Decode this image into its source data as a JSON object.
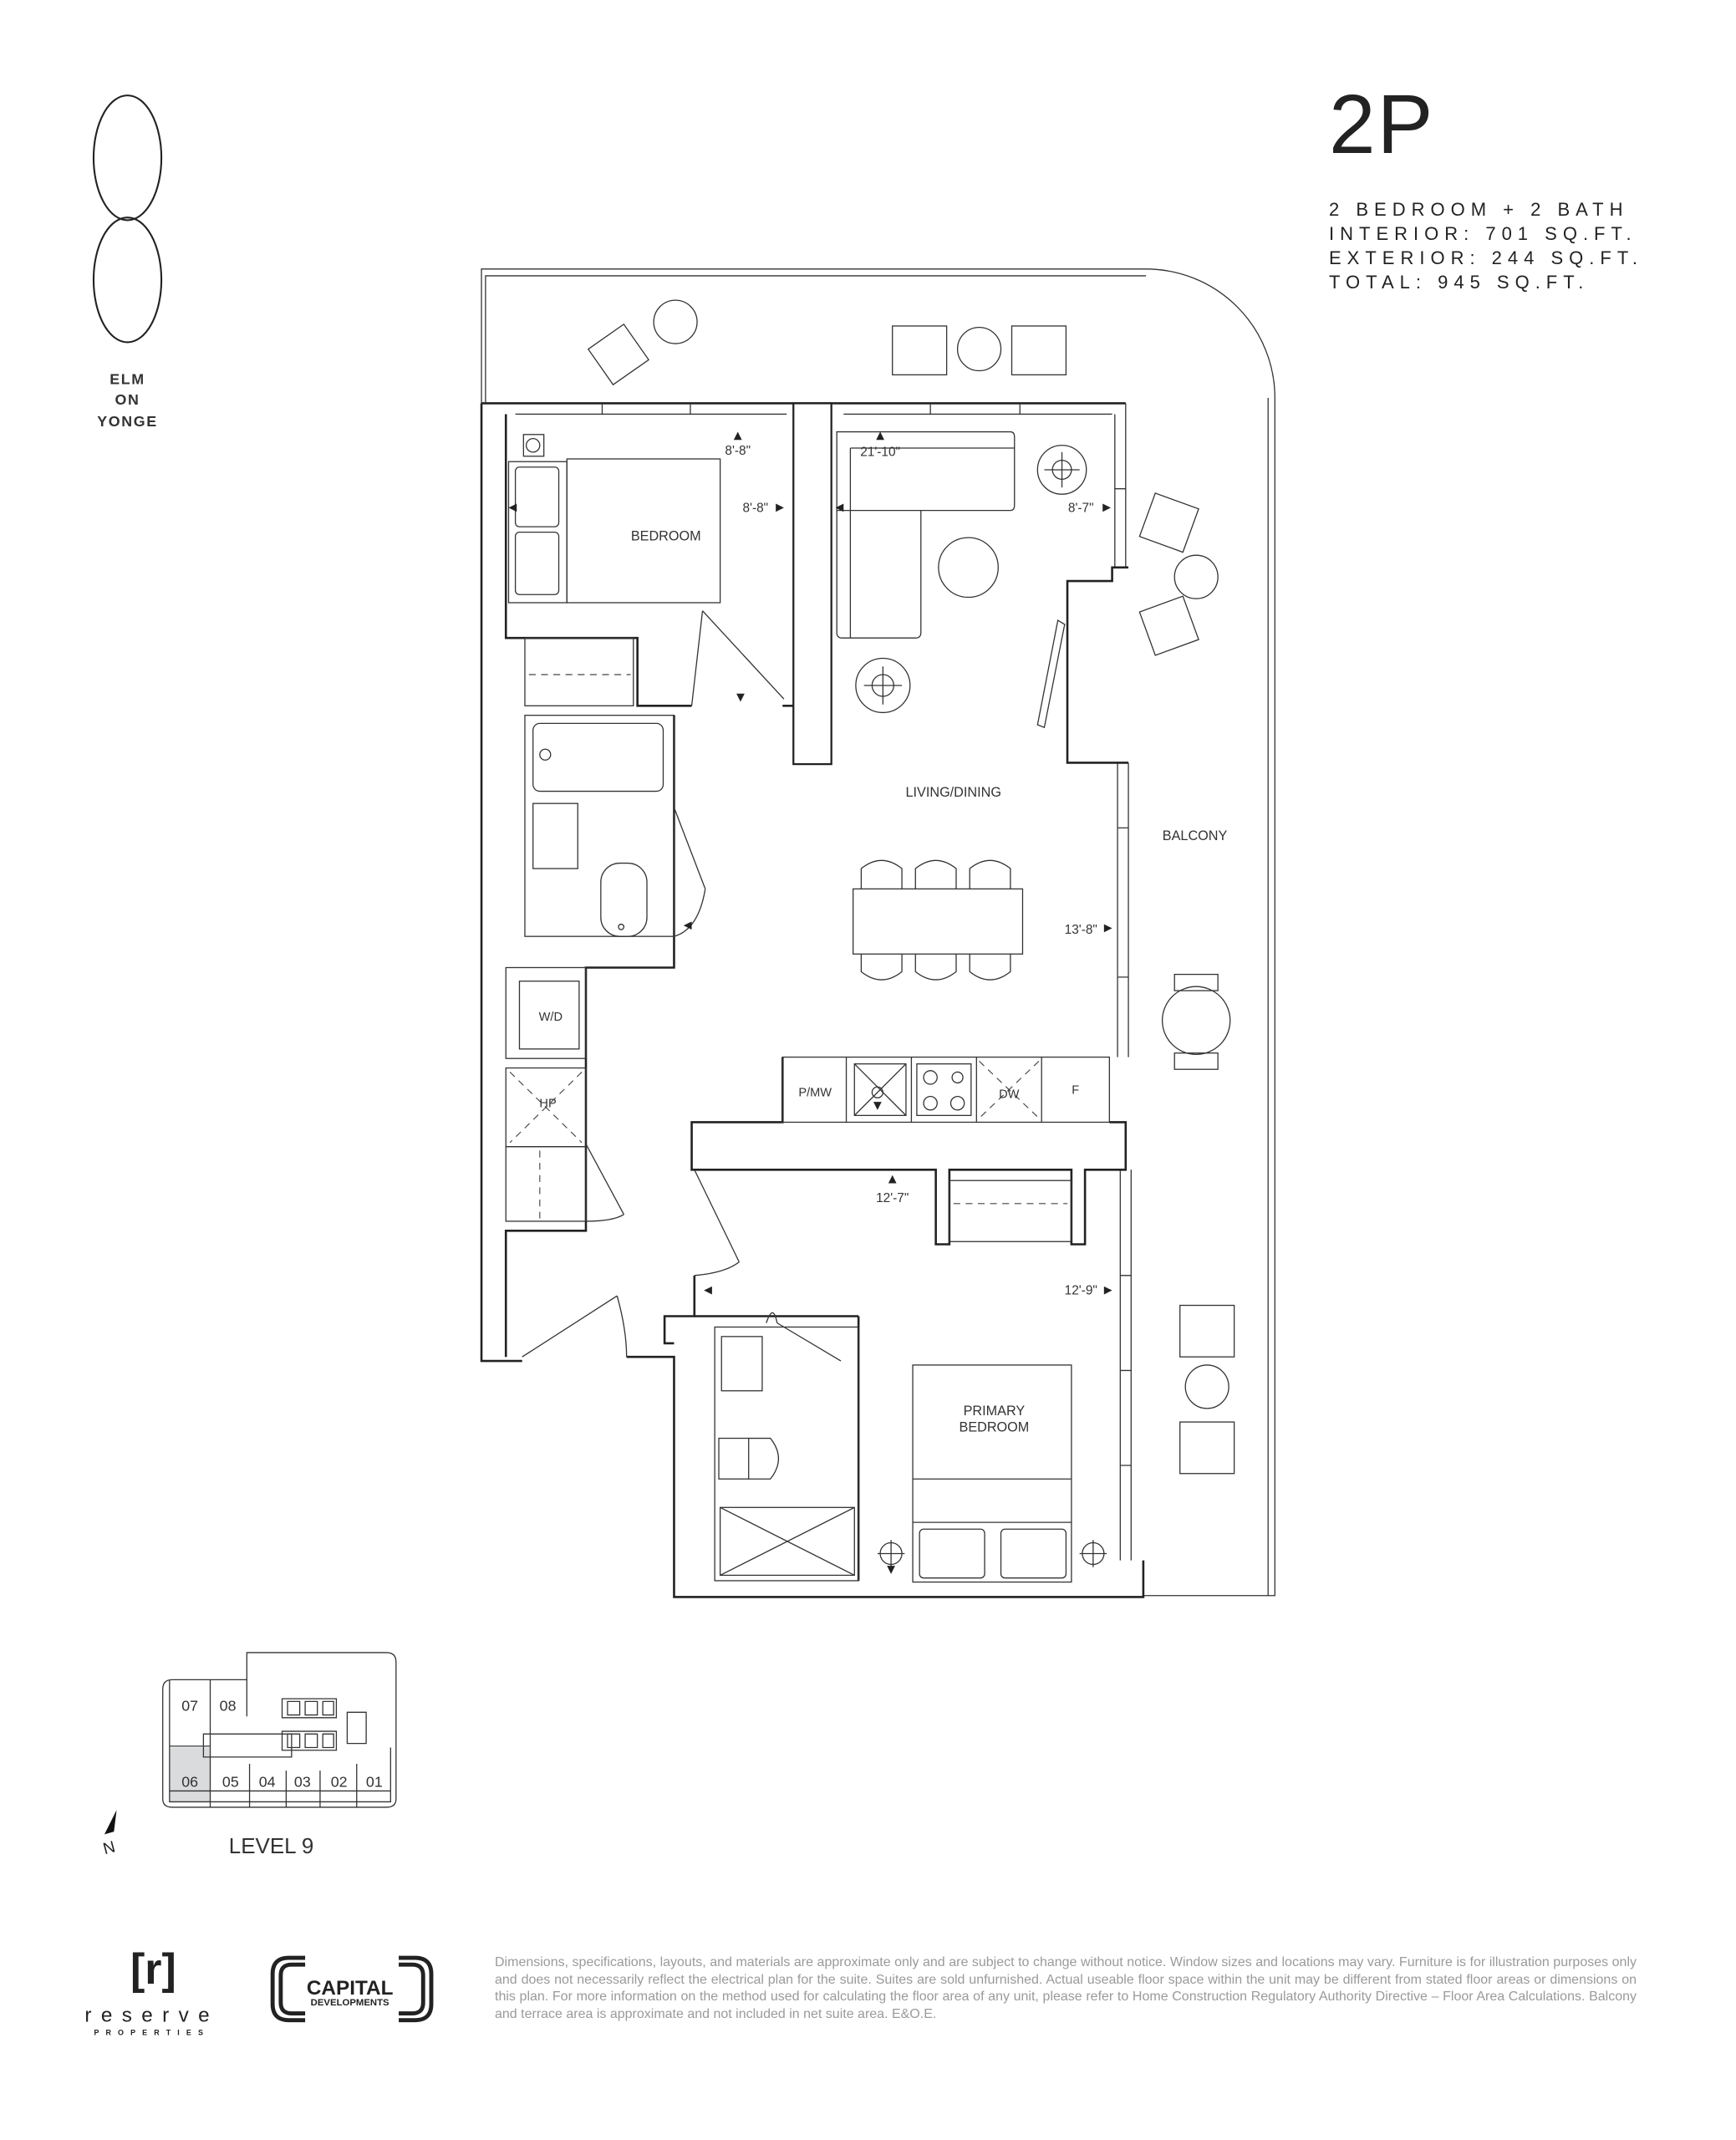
{
  "brand": {
    "logo_text": "8",
    "name_lines": [
      "ELM",
      "ON",
      "YONGE"
    ]
  },
  "suite": {
    "unit_name": "2P",
    "specs": [
      "2 BEDROOM + 2 BATH",
      "INTERIOR: 701 SQ.FT.",
      "EXTERIOR: 244 SQ.FT.",
      "TOTAL: 945 SQ.FT."
    ]
  },
  "rooms": {
    "bedroom": "BEDROOM",
    "living_dining": "LIVING/DINING",
    "balcony": "BALCONY",
    "wd": "W/D",
    "hp": "HP",
    "pmw": "P/MW",
    "dw": "DW",
    "fridge": "F",
    "primary_bedroom_line1": "PRIMARY",
    "primary_bedroom_line2": "BEDROOM"
  },
  "dimensions": {
    "bedroom_depth": "8'-8\"",
    "bedroom_width": "8'-8\"",
    "living_depth": "21'-10\"",
    "living_width": "8'-7\"",
    "dining_width": "13'-8\"",
    "primary_depth": "12'-7\"",
    "primary_width": "12'-9\""
  },
  "key_plan": {
    "level_label": "LEVEL 9",
    "units": [
      "07",
      "08",
      "06",
      "05",
      "04",
      "03",
      "02",
      "01"
    ],
    "highlighted_unit": "06",
    "highlight_color": "#d9dbdc",
    "north_label": "N"
  },
  "logos": {
    "reserve_mark": "[r]",
    "reserve_name": "reserve",
    "reserve_sub": "PROPERTIES",
    "capital_name": "CAPITAL",
    "capital_sub": "DEVELOPMENTS"
  },
  "disclaimer": "Dimensions, specifications, layouts, and materials are approximate only and are subject to change without notice. Window sizes and locations may vary. Furniture is for illustration purposes only and does not necessarily reflect the electrical plan for the suite. Suites are sold unfurnished. Actual useable floor space within the unit may be different from stated floor areas or dimensions on this plan. For more information on the method used for calculating the floor area of any unit, please refer to Home Construction Regulatory Authority Directive – Floor Area Calculations. Balcony and terrace area is approximate and not included in net suite area. E&O.E."
}
